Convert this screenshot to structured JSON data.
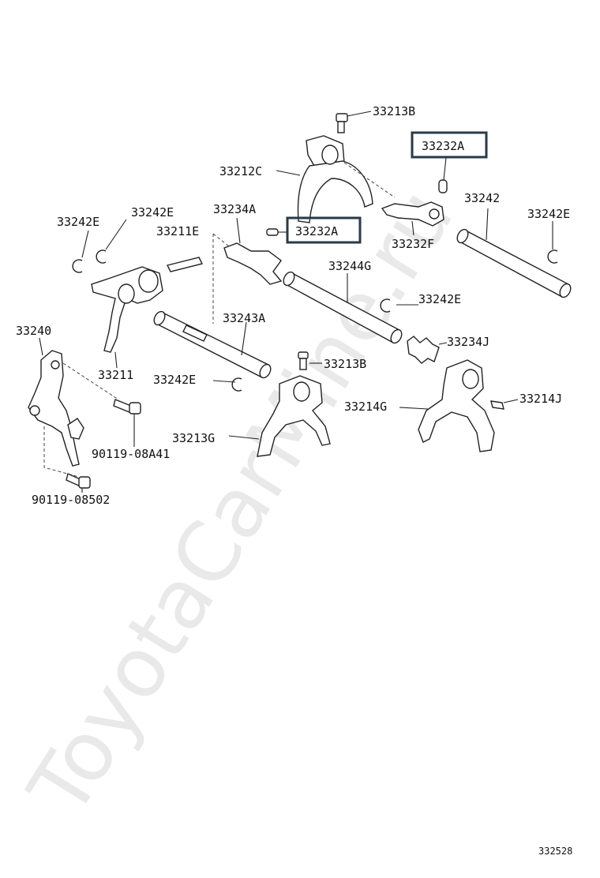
{
  "watermark": "ToyotaCarMine.ru",
  "diagram_id": "332528",
  "labels": {
    "l33213B_top": "33213B",
    "l33232A_top": "33232A",
    "l33212C": "33212C",
    "l33242": "33242",
    "l33234A": "33234A",
    "l33232A_mid": "33232A",
    "l33242E_a": "33242E",
    "l33242E_b": "33242E",
    "l33211E": "33211E",
    "l33232F": "33232F",
    "l33242E_right": "33242E",
    "l33244G": "33244G",
    "l33242E_mid": "33242E",
    "l33240": "33240",
    "l33243A": "33243A",
    "l33234J": "33234J",
    "l33211": "33211",
    "l33242E_low": "33242E",
    "l33213B_mid": "33213B",
    "l33214J": "33214J",
    "l33214G": "33214G",
    "l33213G": "33213G",
    "l90119_08A41": "90119-08A41",
    "l90119_08502": "90119-08502"
  },
  "highlight_color": "#2a3a47"
}
